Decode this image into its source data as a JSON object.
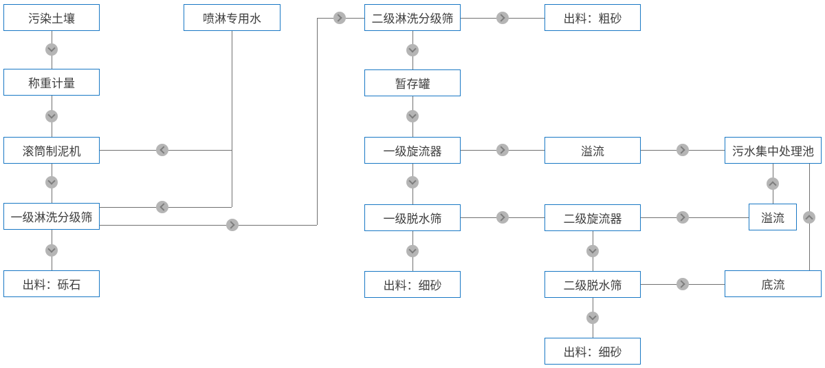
{
  "nodes": {
    "contaminated_soil": "污染土壤",
    "weighing": "称重计量",
    "drum_mud_maker": "滚筒制泥机",
    "stage1_washing_screen": "一级淋洗分级筛",
    "output_gravel": "出料：砾石",
    "spray_water": "喷淋专用水",
    "stage2_washing_screen": "二级淋洗分级筛",
    "storage_tank": "暂存罐",
    "stage1_cyclone": "一级旋流器",
    "stage1_dewatering_screen": "一级脱水筛",
    "output_fine_sand_1": "出料：细砂",
    "output_coarse_sand": "出料：粗砂",
    "overflow_1": "溢流",
    "stage2_cyclone": "二级旋流器",
    "stage2_dewatering_screen": "二级脱水筛",
    "output_fine_sand_2": "出料：细砂",
    "sewage_treatment_pool": "污水集中处理池",
    "overflow_2": "溢流",
    "underflow": "底流"
  },
  "colors": {
    "node_border": "#1777c4",
    "node_text": "#3d3d3d",
    "connector": "#6f6f6f",
    "arrow_circle_fill": "#b5b5b5",
    "arrow_glyph": "#7d7d7d",
    "background": "#ffffff"
  }
}
